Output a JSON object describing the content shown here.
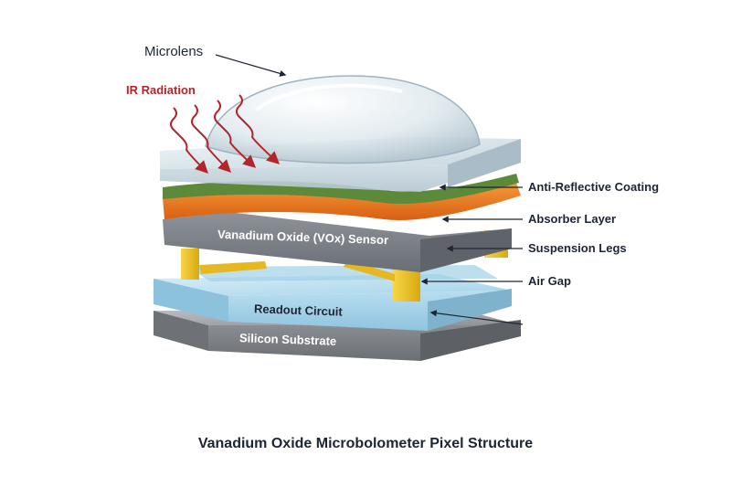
{
  "title": "Vanadium Oxide Microbolometer Pixel Structure",
  "labels": {
    "microlens": "Microlens",
    "ir_radiation": "IR Radiation",
    "anti_reflective": "Anti-Reflective Coating",
    "absorber": "Absorber Layer",
    "suspension_legs": "Suspension Legs",
    "air_gap": "Air Gap"
  },
  "layers": {
    "sensor": "Vanadium Oxide (VOx) Sensor",
    "readout": "Readout Circuit",
    "substrate": "Silicon Substrate"
  },
  "colors": {
    "ir_arrow": "#b1262a",
    "absorber": "#e8731d",
    "anti_reflective": "#5c8a3a",
    "sensor": "#7a7e86",
    "readout": "#a8d6ec",
    "substrate": "#8a8d92",
    "legs": "#f0c419",
    "text": "#1d2535"
  }
}
